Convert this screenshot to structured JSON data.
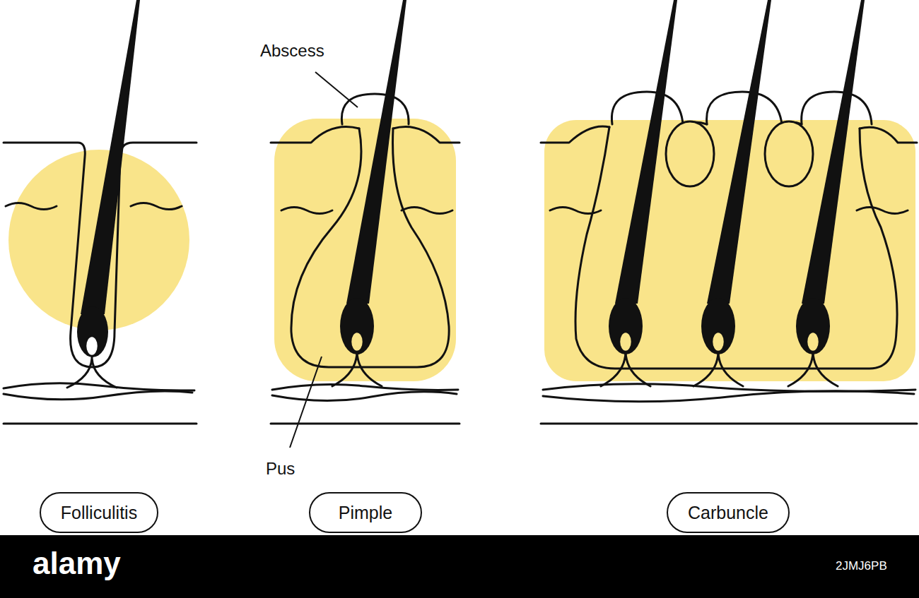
{
  "diagram": {
    "nodes": [
      {
        "text": [
          "Folliculitis"
        ]
      },
      {
        "text": [
          "Pimple"
        ]
      },
      {
        "text": [
          "Carbuncle"
        ]
      }
    ],
    "labels": [
      "Abscess",
      "Pus",
      "alamy",
      "2JMJ6PB"
    ]
  }
}
